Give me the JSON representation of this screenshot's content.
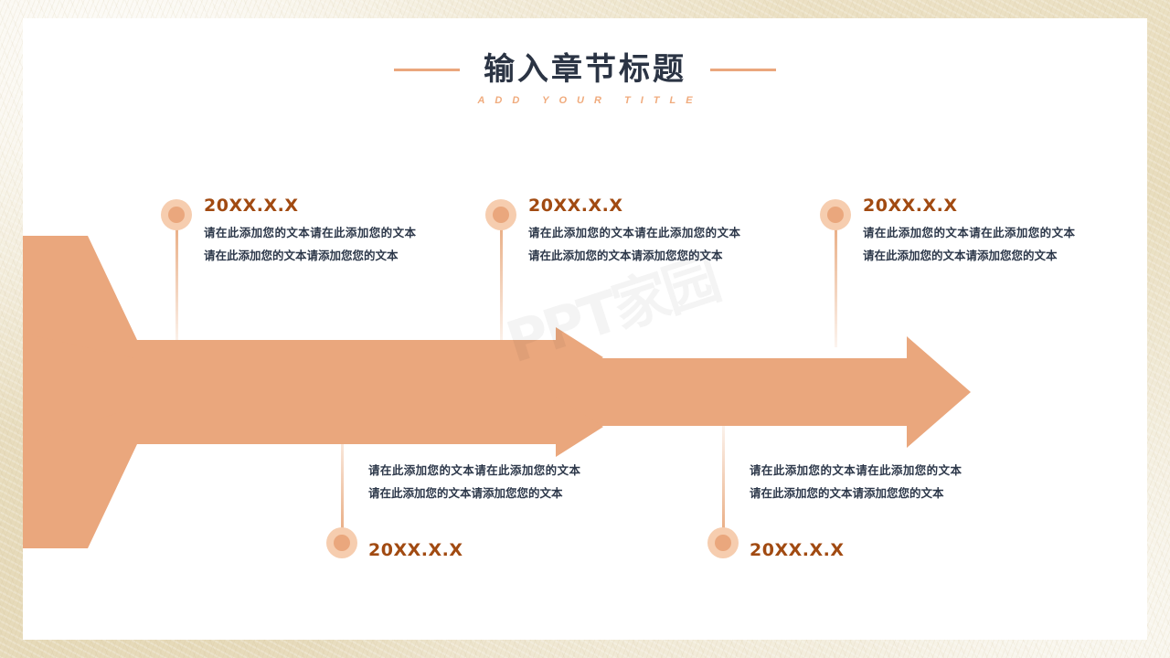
{
  "slide": {
    "title": "输入章节标题",
    "subtitle": "ADD YOUR TITLE",
    "watermark": "PPT家园",
    "colors": {
      "accent": "#eaa77d",
      "accent_light": "#f6cdaf",
      "date_text": "#a14a11",
      "body_text": "#2d384a",
      "title_text": "#2b3444",
      "subtitle_text": "#f0ab7d",
      "card_bg": "#ffffff",
      "page_bg": "#efe6cf"
    }
  },
  "timeline": {
    "top_items": [
      {
        "date": "20XX.X.X",
        "text": "请在此添加您的文本请在此添加您的文本请在此添加您的文本请添加您您的文本"
      },
      {
        "date": "20XX.X.X",
        "text": "请在此添加您的文本请在此添加您的文本请在此添加您的文本请添加您您的文本"
      },
      {
        "date": "20XX.X.X",
        "text": "请在此添加您的文本请在此添加您的文本请在此添加您的文本请添加您您的文本"
      }
    ],
    "bottom_items": [
      {
        "date": "20XX.X.X",
        "text": "请在此添加您的文本请在此添加您的文本请在此添加您的文本请添加您您的文本"
      },
      {
        "date": "20XX.X.X",
        "text": "请在此添加您的文本请在此添加您的文本请在此添加您的文本请添加您您的文本"
      }
    ]
  }
}
